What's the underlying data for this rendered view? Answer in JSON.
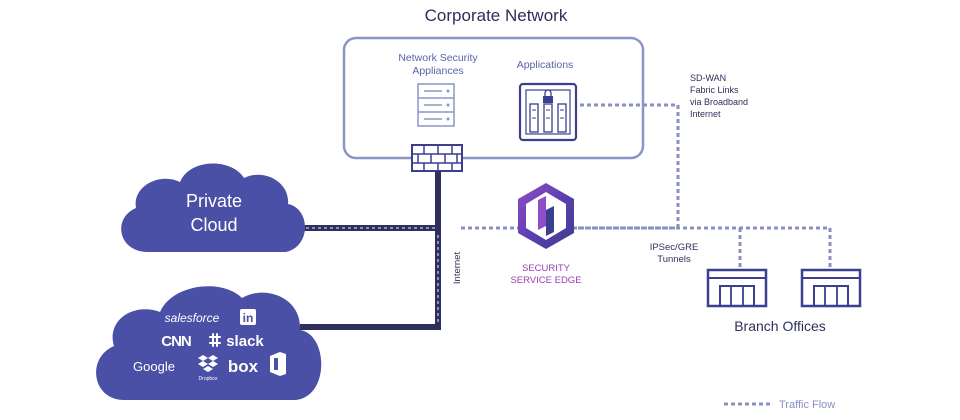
{
  "diagram": {
    "title": "Corporate Network",
    "network_security_line1": "Network Security",
    "network_security_line2": "Appliances",
    "applications_label": "Applications",
    "sdwan_lines": [
      "SD-WAN",
      "Fabric Links",
      "via Broadband",
      "Internet"
    ],
    "private_cloud_line1": "Private",
    "private_cloud_line2": "Cloud",
    "internet_label": "Internet",
    "sse_line1": "SECURITY",
    "sse_line2": "SERVICE EDGE",
    "ipsec_line1": "IPSec/GRE",
    "ipsec_line2": "Tunnels",
    "branch_offices_label": "Branch Offices",
    "legend_label": "Traffic Flow",
    "saas_logos": {
      "salesforce": "salesforce",
      "linkedin": "in",
      "cnn": "CNN",
      "slack": "slack",
      "google": "Google",
      "dropbox": "Dropbox",
      "box": "box"
    }
  },
  "colors": {
    "navy": "#3a3f8f",
    "purple_text": "#9a3fb3",
    "cloud_fill": "#4a50a6",
    "box_stroke": "#8a96c8",
    "dotted": "#8a8fc4",
    "text_blue": "#5a63a8"
  },
  "icons": [
    "server-icon",
    "application-server-icon",
    "firewall-icon",
    "sse-logo-icon",
    "branch-office-icon"
  ]
}
